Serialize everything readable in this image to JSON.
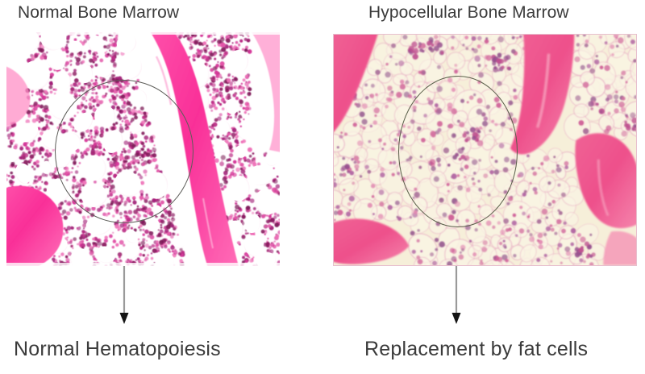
{
  "figure": {
    "background_color": "#ffffff",
    "panels": [
      {
        "id": "normal",
        "title": "Normal Bone Marrow",
        "caption": "Normal Hematopoiesis",
        "image_kind": "histology-micrograph",
        "image_description": "H&E stained bone marrow biopsy showing hypercellular marrow: dense magenta hematopoietic cells filling the intertrabecular spaces, scattered round white fat vacuoles, and bright pink bone trabeculae.",
        "annotation": {
          "shape": "circle",
          "color": "#5e5e5a",
          "highlights": "region of dense hematopoietic cellularity"
        },
        "arrow": {
          "direction": "down",
          "color": "#8a8a8a",
          "head_color": "#1a1a1a"
        },
        "palette": {
          "background": "#ffffff",
          "cells": "#d6399a",
          "cell_dark": "#a3247a",
          "fat_vacuole": "#ffffff",
          "bone_trabecula": "#f73f9e"
        }
      },
      {
        "id": "hypocellular",
        "title": "Hypocellular Bone Marrow",
        "caption": "Replacement by fat cells",
        "image_kind": "histology-micrograph",
        "image_description": "H&E stained bone marrow biopsy showing hypocellular marrow: pale cream fat cells occupy nearly the whole marrow space with only sparse pink hematopoietic cells; pink bone trabeculae at the edges.",
        "annotation": {
          "shape": "circle",
          "color": "#5a5f4a",
          "highlights": "region almost entirely replaced by fat cells"
        },
        "arrow": {
          "direction": "down",
          "color": "#8a8a8a",
          "head_color": "#1a1a1a"
        },
        "palette": {
          "background": "#f6efda",
          "cells": "#d1669b",
          "cell_dark": "#9c5a8e",
          "fat_vacuole": "#fbf6e8",
          "bone_trabecula": "#f0568f",
          "border": "#e7bfce"
        }
      }
    ]
  }
}
